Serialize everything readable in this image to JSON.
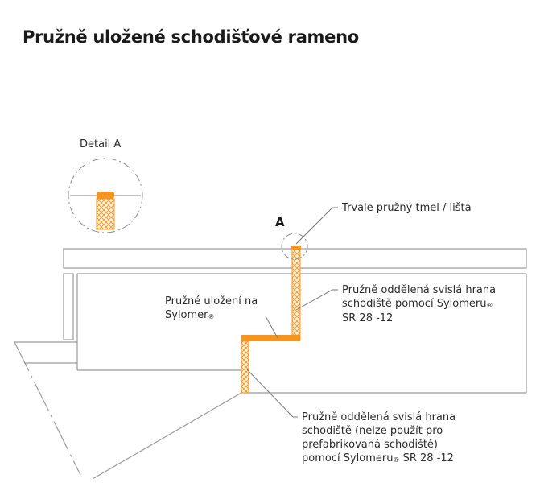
{
  "title": "Pružně uložené schodišťové rameno",
  "labels": {
    "detail_a": "Detail A",
    "marker_a": "A",
    "tmel": "Trvale pružný tmel / lišta",
    "upper_edge": {
      "line1": "Pružně oddělená svislá hrana",
      "line2a": "schodiště pomocí Sylomeru",
      "line2reg": "®",
      "line3": "SR 28 -12"
    },
    "sylomer_support": {
      "line1": "Pružné uložení na",
      "line2a": "Sylomer",
      "line2reg": "®"
    },
    "lower_edge": {
      "line1": "Pružně oddělená svislá hrana",
      "line2": "schodiště (nelze použít pro",
      "line3": "prefabrikovaná schodiště)",
      "line4a": "pomocí Sylomeru",
      "line4reg": "®",
      "line4b": " SR 28 -12"
    }
  },
  "colors": {
    "sylomer": "#f7941d",
    "hatch": "#f7941d",
    "structure": "#9a9a9a",
    "leader": "#7a7a7a",
    "text": "#2a2a2a"
  }
}
